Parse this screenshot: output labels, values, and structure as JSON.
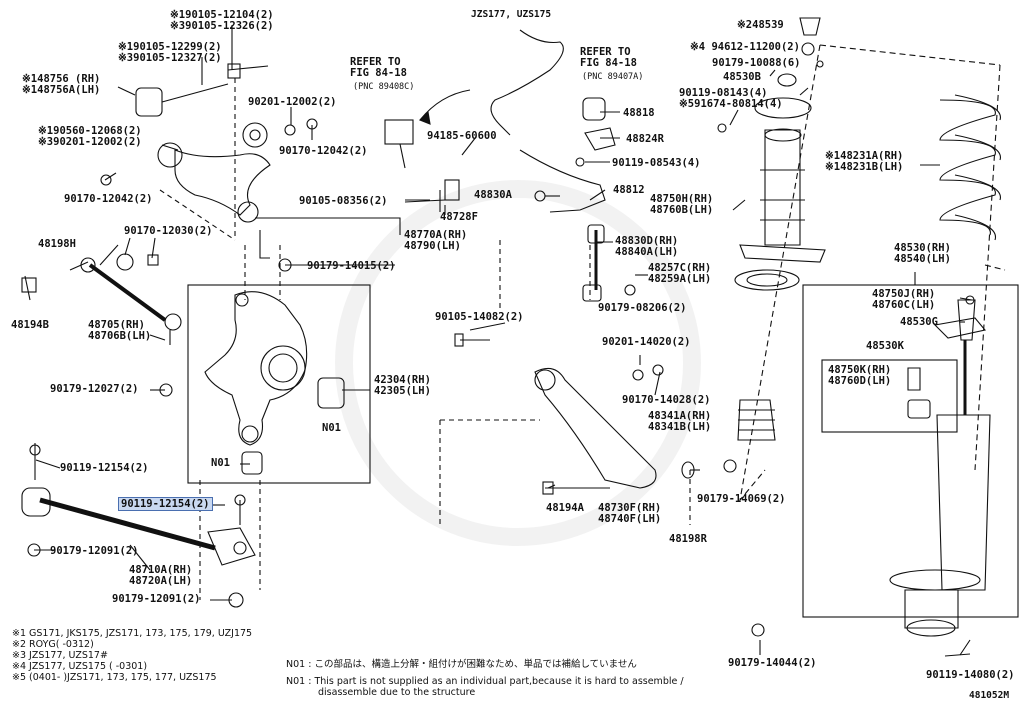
{
  "diagram": {
    "labels": [
      {
        "id": "l1",
        "lines": [
          "※190105-12104(2)",
          "※390105-12326(2)"
        ]
      },
      {
        "id": "l2",
        "lines": [
          "※190105-12299(2)",
          "※390105-12327(2)"
        ]
      },
      {
        "id": "l3",
        "lines": [
          "※148756 (RH)",
          "※148756A(LH)"
        ]
      },
      {
        "id": "l4",
        "lines": [
          "90201-12002(2)"
        ]
      },
      {
        "id": "l5",
        "lines": [
          "※190560-12068(2)",
          "※390201-12002(2)"
        ]
      },
      {
        "id": "l6",
        "lines": [
          "90170-12042(2)"
        ]
      },
      {
        "id": "l7",
        "lines": [
          "90170-12042(2)"
        ]
      },
      {
        "id": "l8",
        "lines": [
          "48198H"
        ]
      },
      {
        "id": "l9",
        "lines": [
          "90170-12030(2)"
        ]
      },
      {
        "id": "l10",
        "lines": [
          "48194B"
        ]
      },
      {
        "id": "l11",
        "lines": [
          "48705(RH)",
          "48706B(LH)"
        ]
      },
      {
        "id": "l12",
        "lines": [
          "90179-12027(2)"
        ]
      },
      {
        "id": "l13",
        "lines": [
          "90119-12154(2)"
        ]
      },
      {
        "id": "l14",
        "lines": [
          "90119-12154(2)"
        ],
        "highlight": true
      },
      {
        "id": "l15",
        "lines": [
          "90179-12091(2)"
        ]
      },
      {
        "id": "l16",
        "lines": [
          "48710A(RH)",
          "48720A(LH)"
        ]
      },
      {
        "id": "l17",
        "lines": [
          "90179-12091(2)"
        ]
      },
      {
        "id": "l18",
        "lines": [
          "REFER TO",
          "FIG 84-18"
        ]
      },
      {
        "id": "l18b",
        "lines": [
          "(PNC 89408C)"
        ],
        "small": true
      },
      {
        "id": "l19",
        "lines": [
          "JZS177, UZS175"
        ]
      },
      {
        "id": "l20",
        "lines": [
          "REFER TO",
          "FIG 84-18"
        ]
      },
      {
        "id": "l20b",
        "lines": [
          "(PNC 89407A)"
        ],
        "small": true
      },
      {
        "id": "l21",
        "lines": [
          "94185-60600"
        ]
      },
      {
        "id": "l22",
        "lines": [
          "90105-08356(2)"
        ]
      },
      {
        "id": "l23",
        "lines": [
          "48728F"
        ]
      },
      {
        "id": "l24",
        "lines": [
          "48770A(RH)",
          "48790(LH)"
        ]
      },
      {
        "id": "l25",
        "lines": [
          "90179-14015(2)"
        ]
      },
      {
        "id": "l26",
        "lines": [
          "42304(RH)",
          "42305(LH)"
        ]
      },
      {
        "id": "l27",
        "lines": [
          "N01"
        ]
      },
      {
        "id": "l28",
        "lines": [
          "N01"
        ]
      },
      {
        "id": "l29",
        "lines": [
          "48830A"
        ]
      },
      {
        "id": "l30",
        "lines": [
          "48812"
        ]
      },
      {
        "id": "l31",
        "lines": [
          "48818"
        ]
      },
      {
        "id": "l32",
        "lines": [
          "48824R"
        ]
      },
      {
        "id": "l33",
        "lines": [
          "90119-08543(4)"
        ]
      },
      {
        "id": "l34",
        "lines": [
          "48830D(RH)",
          "48840A(LH)"
        ]
      },
      {
        "id": "l35",
        "lines": [
          "48257C(RH)",
          "48259A(LH)"
        ]
      },
      {
        "id": "l36",
        "lines": [
          "90179-08206(2)"
        ]
      },
      {
        "id": "l37",
        "lines": [
          "90105-14082(2)"
        ]
      },
      {
        "id": "l38",
        "lines": [
          "90201-14020(2)"
        ]
      },
      {
        "id": "l39",
        "lines": [
          "90170-14028(2)"
        ]
      },
      {
        "id": "l40",
        "lines": [
          "48341A(RH)",
          "48341B(LH)"
        ]
      },
      {
        "id": "l41",
        "lines": [
          "48194A"
        ]
      },
      {
        "id": "l42",
        "lines": [
          "48730F(RH)",
          "48740F(LH)"
        ]
      },
      {
        "id": "l43",
        "lines": [
          "48198R"
        ]
      },
      {
        "id": "l44",
        "lines": [
          "90179-14069(2)"
        ]
      },
      {
        "id": "l45",
        "lines": [
          "※248539"
        ]
      },
      {
        "id": "l46",
        "lines": [
          "※4 94612-11200(2)"
        ]
      },
      {
        "id": "l47",
        "lines": [
          "90179-10088(6)"
        ]
      },
      {
        "id": "l48",
        "lines": [
          "48530B"
        ]
      },
      {
        "id": "l49",
        "lines": [
          "90119-08143(4)",
          "※591674-80814(4)"
        ]
      },
      {
        "id": "l50",
        "lines": [
          "48750H(RH)",
          "48760B(LH)"
        ]
      },
      {
        "id": "l51",
        "lines": [
          "※148231A(RH)",
          "※148231B(LH)"
        ]
      },
      {
        "id": "l52",
        "lines": [
          "48530(RH)",
          "48540(LH)"
        ]
      },
      {
        "id": "l53",
        "lines": [
          "48750J(RH)",
          "48760C(LH)"
        ]
      },
      {
        "id": "l54",
        "lines": [
          "48530G"
        ]
      },
      {
        "id": "l55",
        "lines": [
          "48530K"
        ]
      },
      {
        "id": "l56",
        "lines": [
          "48750K(RH)",
          "48760D(LH)"
        ]
      },
      {
        "id": "l57",
        "lines": [
          "90179-14044(2)"
        ]
      },
      {
        "id": "l58",
        "lines": [
          "90119-14080(2)"
        ]
      },
      {
        "id": "l59",
        "lines": [
          "481052M"
        ]
      }
    ],
    "notes_left": [
      "※1 GS171, JKS175, JZS171, 173, 175, 179, UZJ175",
      "※2 ROYG(     -0312)",
      "※3 JZS177, UZS17#",
      "※4 JZS177, UZS175 (     -0301)",
      "※5 (0401-    )JZS171, 173, 175, 177, UZS175"
    ],
    "notes_right": [
      {
        "code": "N01 :",
        "text": "この部品は、構造上分解・組付けが困難なため、単品では補給していません"
      },
      {
        "code": "N01 :",
        "text": "This part is not supplied as an individual part,because it is hard to assemble /",
        "text2": "disassemble due to the structure"
      }
    ]
  }
}
